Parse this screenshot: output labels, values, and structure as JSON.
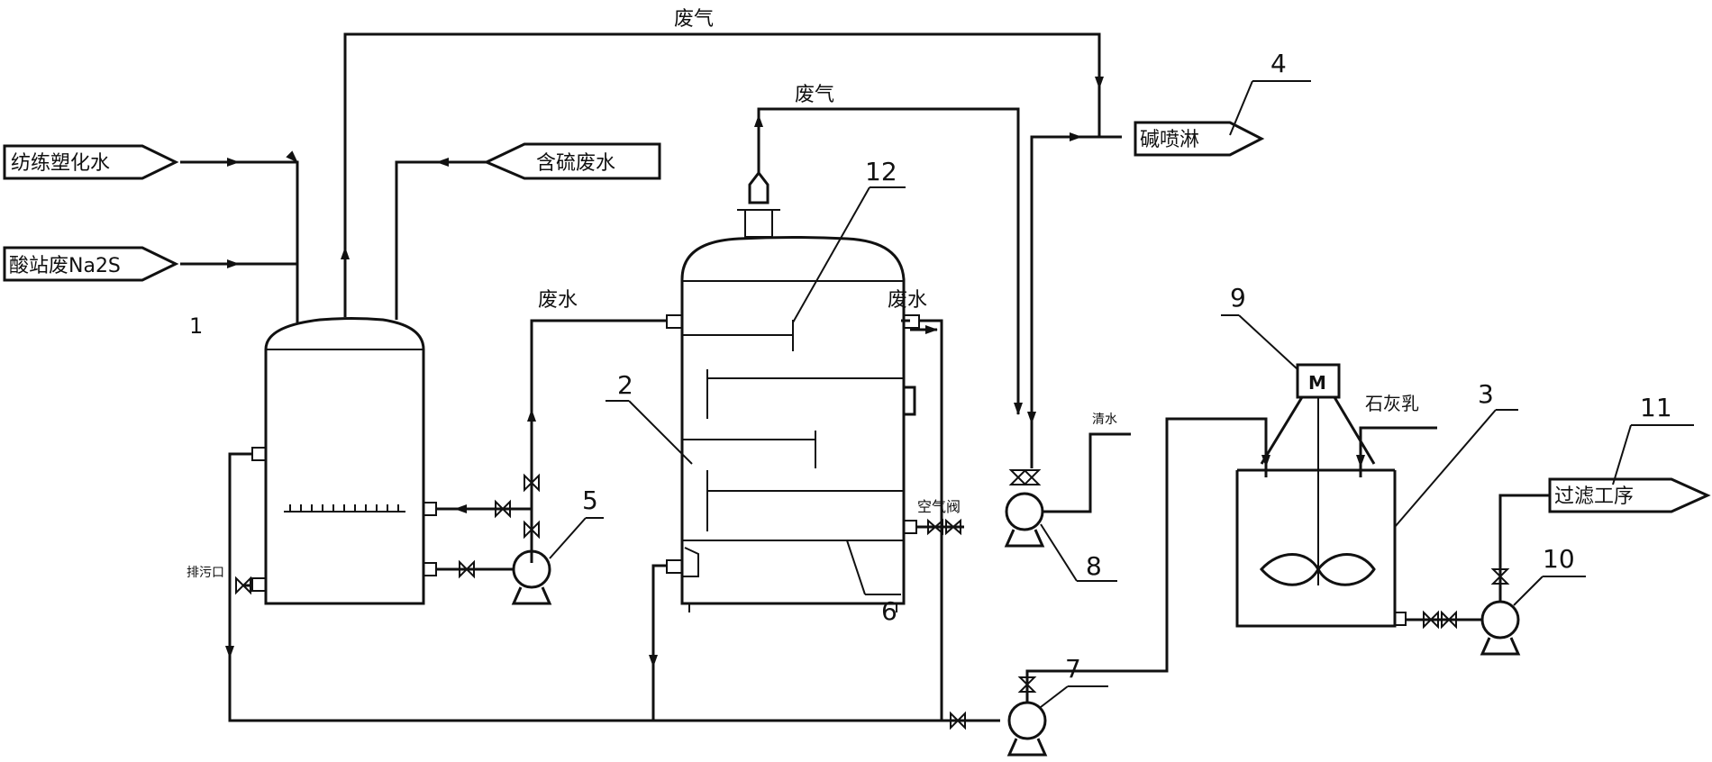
{
  "labels": {
    "waste_gas_top": "废气",
    "waste_gas_mid": "废气",
    "waste_water_1": "废水",
    "waste_water_2": "废水",
    "feed_textile": "纺练塑化水",
    "feed_acid": "酸站废Na2S",
    "feed_sulfur": "含硫废水",
    "alkali_spray": "碱喷淋",
    "filter_process": "过滤工序",
    "lime_milk": "石灰乳",
    "air_valve": "空气阀",
    "drain": "排污口",
    "clear_water": "清水",
    "motor": "M"
  },
  "numbers": {
    "n1": "1",
    "n2": "2",
    "n3": "3",
    "n4": "4",
    "n5": "5",
    "n6": "6",
    "n7": "7",
    "n8": "8",
    "n9": "9",
    "n10": "10",
    "n11": "11",
    "n12": "12"
  }
}
